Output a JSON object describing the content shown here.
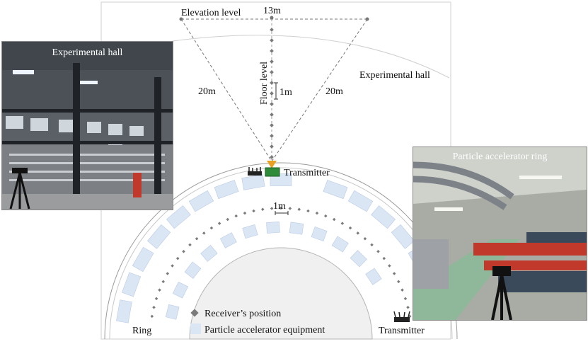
{
  "labels": {
    "elevation_level": "Elevation level",
    "width_13m": "13m",
    "floor_level": "Floor level",
    "spacing_1m_vertical": "1m",
    "side_left_20m": "20m",
    "side_right_20m": "20m",
    "experimental_hall_right": "Experimental hall",
    "transmitter_top": "Transmitter",
    "spacing_1m_ring": "1m",
    "ring": "Ring",
    "transmitter_bottom": "Transmitter"
  },
  "legend": {
    "receiver": "Receiver’s position",
    "equipment": "Particle accelerator equipment"
  },
  "photos": {
    "experimental_hall": "Experimental hall",
    "accelerator_ring": "Particle accelerator ring"
  },
  "colors": {
    "receiver": "#7a7a7a",
    "equipment": "#dbe6f5",
    "equipment_stroke": "#b9cbe4",
    "transmitter_pcb": "#2e8b3a",
    "transmitter_antenna": "#e8a020",
    "inner_disc": "#f0f0f0"
  }
}
